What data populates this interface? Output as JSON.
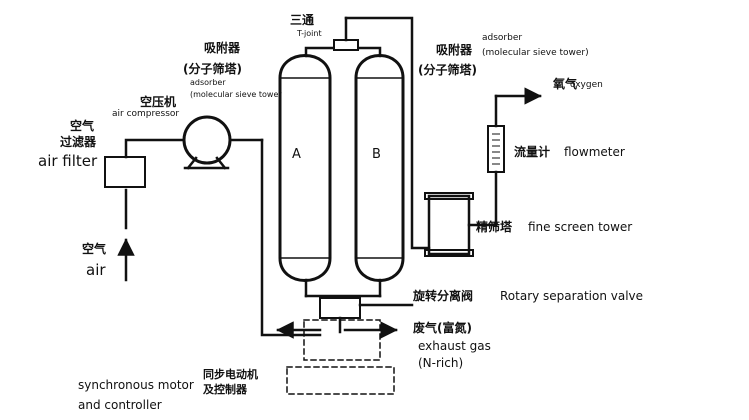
{
  "labels": {
    "t_joint_zh": "三通",
    "t_joint_en": "T-joint",
    "adsorber_left_zh": "吸附器",
    "adsorber_left_zh2": "(分子筛塔)",
    "adsorber_left_en": "adsorber",
    "adsorber_left_en2": "(molecular sieve tower",
    "adsorber_right_zh": "吸附器",
    "adsorber_right_zh2": "(分子筛塔)",
    "adsorber_right_en": "adsorber",
    "adsorber_right_en2": "(molecular sieve tower)",
    "compressor_zh": "空压机",
    "compressor_en": "air compressor",
    "filter_zh": "空气",
    "filter_zh2": "过滤器",
    "filter_en": "air filter",
    "air_zh": "空气",
    "air_en": "air",
    "tower_a": "A",
    "tower_b": "B",
    "oxygen_zh": "氧气",
    "oxygen_en": "oxygen",
    "flowmeter_zh": "流量计",
    "flowmeter_en": "flowmeter",
    "fine_tower_zh": "精筛塔",
    "fine_tower_en": "fine screen tower",
    "valve_zh": "旋转分离阀",
    "valve_en": "Rotary separation valve",
    "exhaust_zh": "废气(富氮)",
    "exhaust_en": "exhaust gas",
    "exhaust_en2": "(N-rich)",
    "motor_zh": "同步电动机",
    "motor_zh2": "及控制器",
    "motor_en": "synchronous motor",
    "motor_en2": "and controller"
  },
  "colors": {
    "ink": "#111111",
    "background": "#ffffff"
  }
}
